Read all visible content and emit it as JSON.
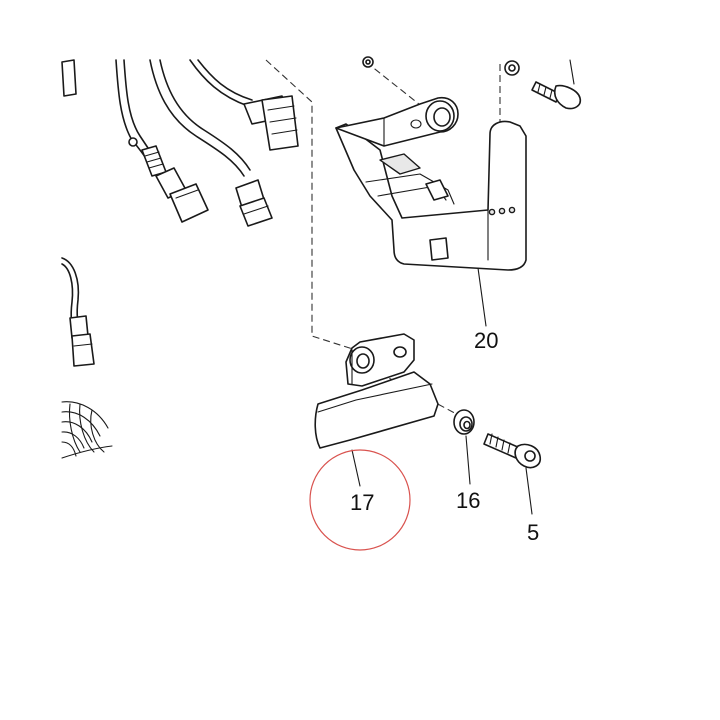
{
  "labels": {
    "part_20": "20",
    "part_17": "17",
    "part_16": "16",
    "part_5": "5"
  },
  "highlight": {
    "target_part": "17",
    "circle_color": "#d9534f"
  },
  "colors": {
    "line": "#1a1a1a",
    "background": "#ffffff"
  }
}
